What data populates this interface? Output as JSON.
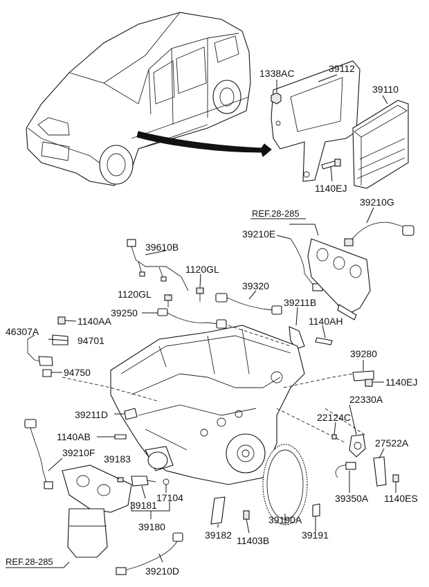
{
  "references": {
    "ref_top": "REF.28-285",
    "ref_bottom": "REF.28-285"
  },
  "labels": {
    "p1338AC": "1338AC",
    "p39112": "39112",
    "p39110": "39110",
    "p1140EJ_top": "1140EJ",
    "p39210G": "39210G",
    "p39210E": "39210E",
    "p39610B": "39610B",
    "p1120GL_a": "1120GL",
    "p1120GL_b": "1120GL",
    "p39320": "39320",
    "p39211B": "39211B",
    "p39250": "39250",
    "p1140AA": "1140AA",
    "p1140AH": "1140AH",
    "p46307A": "46307A",
    "p94701": "94701",
    "p94750": "94750",
    "p39280": "39280",
    "p1140EJ_right": "1140EJ",
    "p22330A": "22330A",
    "p22124C": "22124C",
    "p39211D": "39211D",
    "p1140AB": "1140AB",
    "p39210F": "39210F",
    "p27522A": "27522A",
    "p39183": "39183",
    "p39181": "39181",
    "p17104": "17104",
    "p39180": "39180",
    "p39350A": "39350A",
    "p1140ES": "1140ES",
    "p39190A": "39190A",
    "p39182": "39182",
    "p11403B": "11403B",
    "p39191": "39191",
    "p39210D": "39210D"
  }
}
